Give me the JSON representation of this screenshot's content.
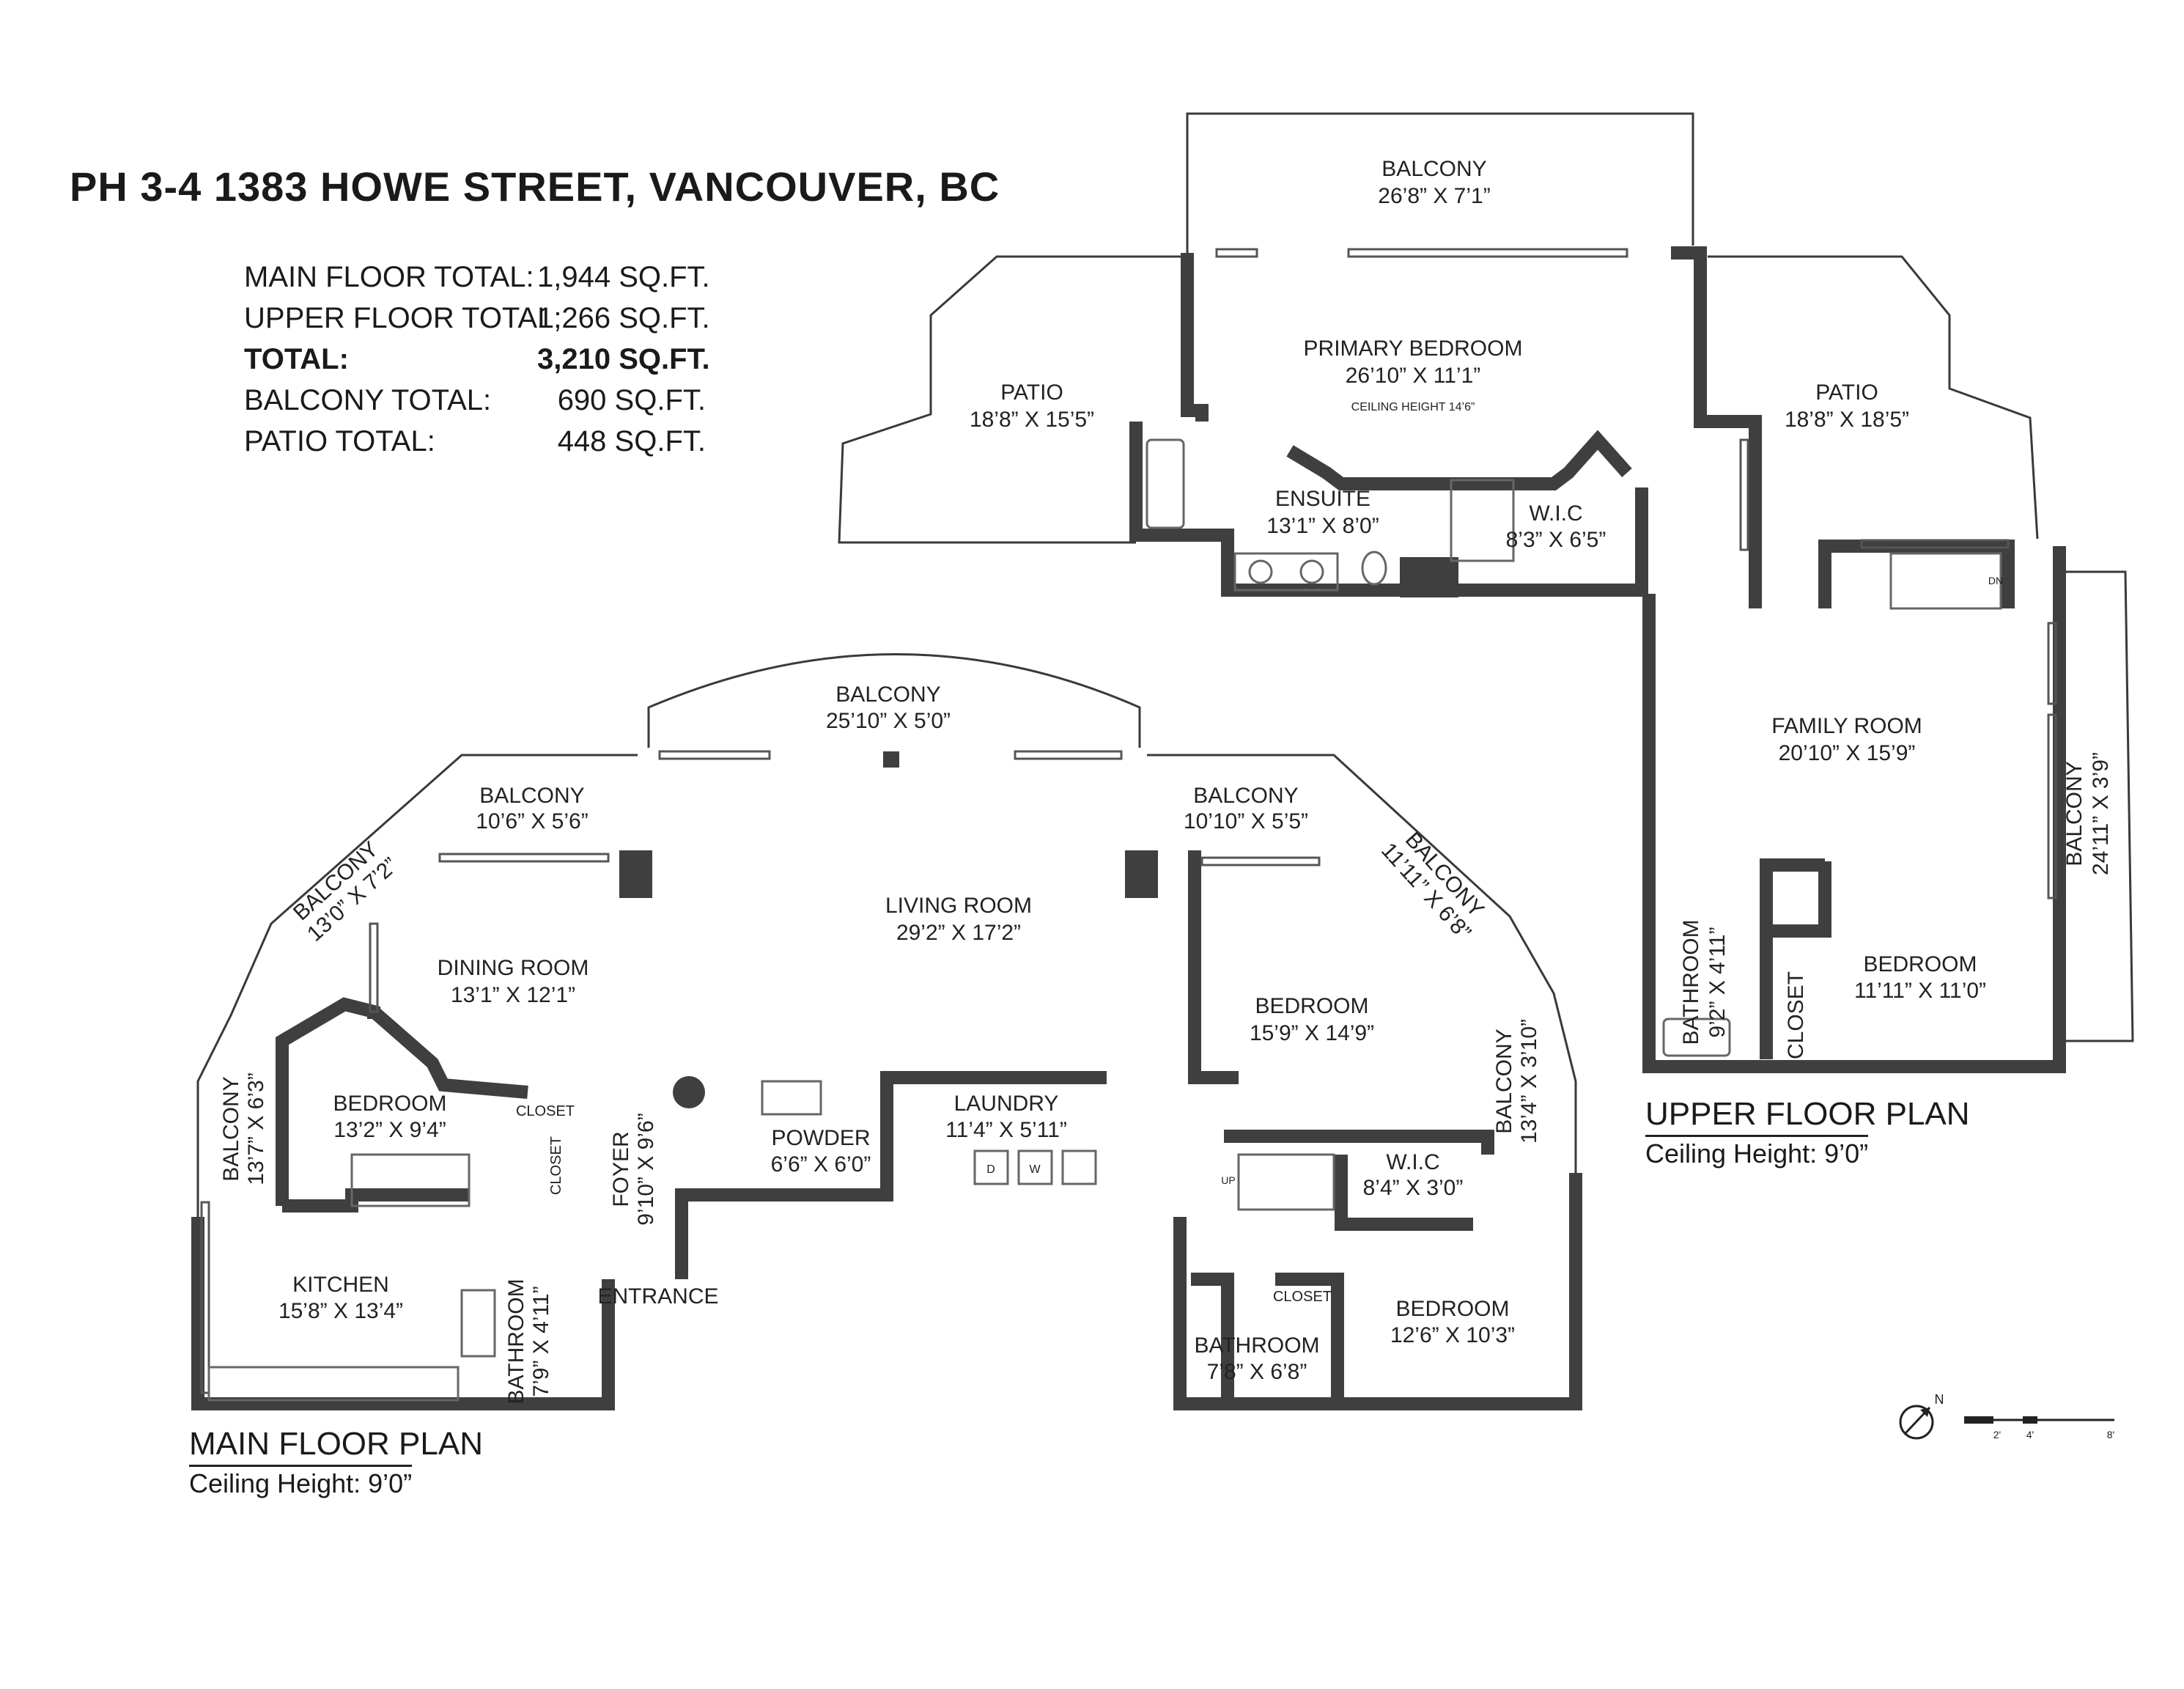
{
  "title": "PH 3-4 1383 HOWE STREET, VANCOUVER, BC",
  "totals": [
    {
      "label": "MAIN FLOOR TOTAL:",
      "value": "1,944 SQ.FT.",
      "bold": false
    },
    {
      "label": "UPPER FLOOR TOTAL:",
      "value": "1,266 SQ.FT.",
      "bold": false
    },
    {
      "label": "TOTAL:",
      "value": "3,210 SQ.FT.",
      "bold": true
    },
    {
      "label": "BALCONY TOTAL:",
      "value": "690 SQ.FT.",
      "bold": false
    },
    {
      "label": "PATIO TOTAL:",
      "value": "448 SQ.FT.",
      "bold": false
    }
  ],
  "upper_plan": {
    "title": "UPPER FLOOR PLAN",
    "ceiling": "Ceiling Height: 9’0”"
  },
  "main_plan": {
    "title": "MAIN FLOOR PLAN",
    "ceiling": "Ceiling Height: 9’0”"
  },
  "rooms": {
    "upper_balcony": {
      "name": "BALCONY",
      "dim": "26’8” X 7’1”"
    },
    "primary_bedroom": {
      "name": "PRIMARY BEDROOM",
      "dim": "26’10” X 11’1”",
      "note": "CEILING HEIGHT 14’6”"
    },
    "patio_left": {
      "name": "PATIO",
      "dim": "18’8” X 15’5”"
    },
    "patio_right": {
      "name": "PATIO",
      "dim": "18’8” X 18’5”"
    },
    "ensuite": {
      "name": "ENSUITE",
      "dim": "13’1” X 8’0”"
    },
    "wic_upper": {
      "name": "W.I.C",
      "dim": "8’3” X 6’5”"
    },
    "family_room": {
      "name": "FAMILY ROOM",
      "dim": "20’10” X 15’9”"
    },
    "balcony_upper_right": {
      "name": "BALCONY",
      "dim": "24’11” X 3’9”"
    },
    "bedroom_upper": {
      "name": "BEDROOM",
      "dim": "11’11” X 11’0”"
    },
    "bathroom_upper": {
      "name": "BATHROOM",
      "dim": "9’2” X 4’11”"
    },
    "closet_upper": {
      "name": "CLOSET"
    },
    "balcony_main_top": {
      "name": "BALCONY",
      "dim": "25’10” X 5’0”"
    },
    "balcony_left_top": {
      "name": "BALCONY",
      "dim": "10’6” X 5’6”"
    },
    "balcony_right_top": {
      "name": "BALCONY",
      "dim": "10’10” X 5’5”"
    },
    "balcony_diag_left": {
      "name": "BALCONY",
      "dim": "13’0” X 7’2”"
    },
    "balcony_diag_right": {
      "name": "BALCONY",
      "dim": "11’11” X 6’8”"
    },
    "living_room": {
      "name": "LIVING ROOM",
      "dim": "29’2” X 17’2”"
    },
    "dining_room": {
      "name": "DINING ROOM",
      "dim": "13’1” X 12’1”"
    },
    "bedroom_main_left": {
      "name": "BEDROOM",
      "dim": "13’2” X 9’4”"
    },
    "closet_a": {
      "name": "CLOSET"
    },
    "closet_b": {
      "name": "CLOSET"
    },
    "balcony_far_left": {
      "name": "BALCONY",
      "dim": "13’7” X 6’3”"
    },
    "foyer": {
      "name": "FOYER",
      "dim": "9’10” X 9’6”"
    },
    "entrance": {
      "name": "ENTRANCE"
    },
    "powder": {
      "name": "POWDER",
      "dim": "6’6” X 6’0”"
    },
    "laundry": {
      "name": "LAUNDRY",
      "dim": "11’4” X 5’11”"
    },
    "kitchen": {
      "name": "KITCHEN",
      "dim": "15’8” X 13’4”"
    },
    "bathroom_main_left": {
      "name": "BATHROOM",
      "dim": "7’9” X 4’11”"
    },
    "bedroom_main_mid": {
      "name": "BEDROOM",
      "dim": "15’9” X 14’9”"
    },
    "balcony_right_side": {
      "name": "BALCONY",
      "dim": "13’4” X 3’10”"
    },
    "wic_main": {
      "name": "W.I.C",
      "dim": "8’4” X 3’0”"
    },
    "bedroom_main_right": {
      "name": "BEDROOM",
      "dim": "12’6” X 10’3”"
    },
    "bathroom_main_right": {
      "name": "BATHROOM",
      "dim": "7’8” X 6’8”"
    },
    "closet_c": {
      "name": "CLOSET"
    },
    "stairs_up": "UP",
    "stairs_dn": "DN",
    "washer": "W",
    "dryer": "D"
  },
  "compass": "N",
  "scale": {
    "ticks": [
      "2'",
      "4'",
      "8'"
    ]
  }
}
